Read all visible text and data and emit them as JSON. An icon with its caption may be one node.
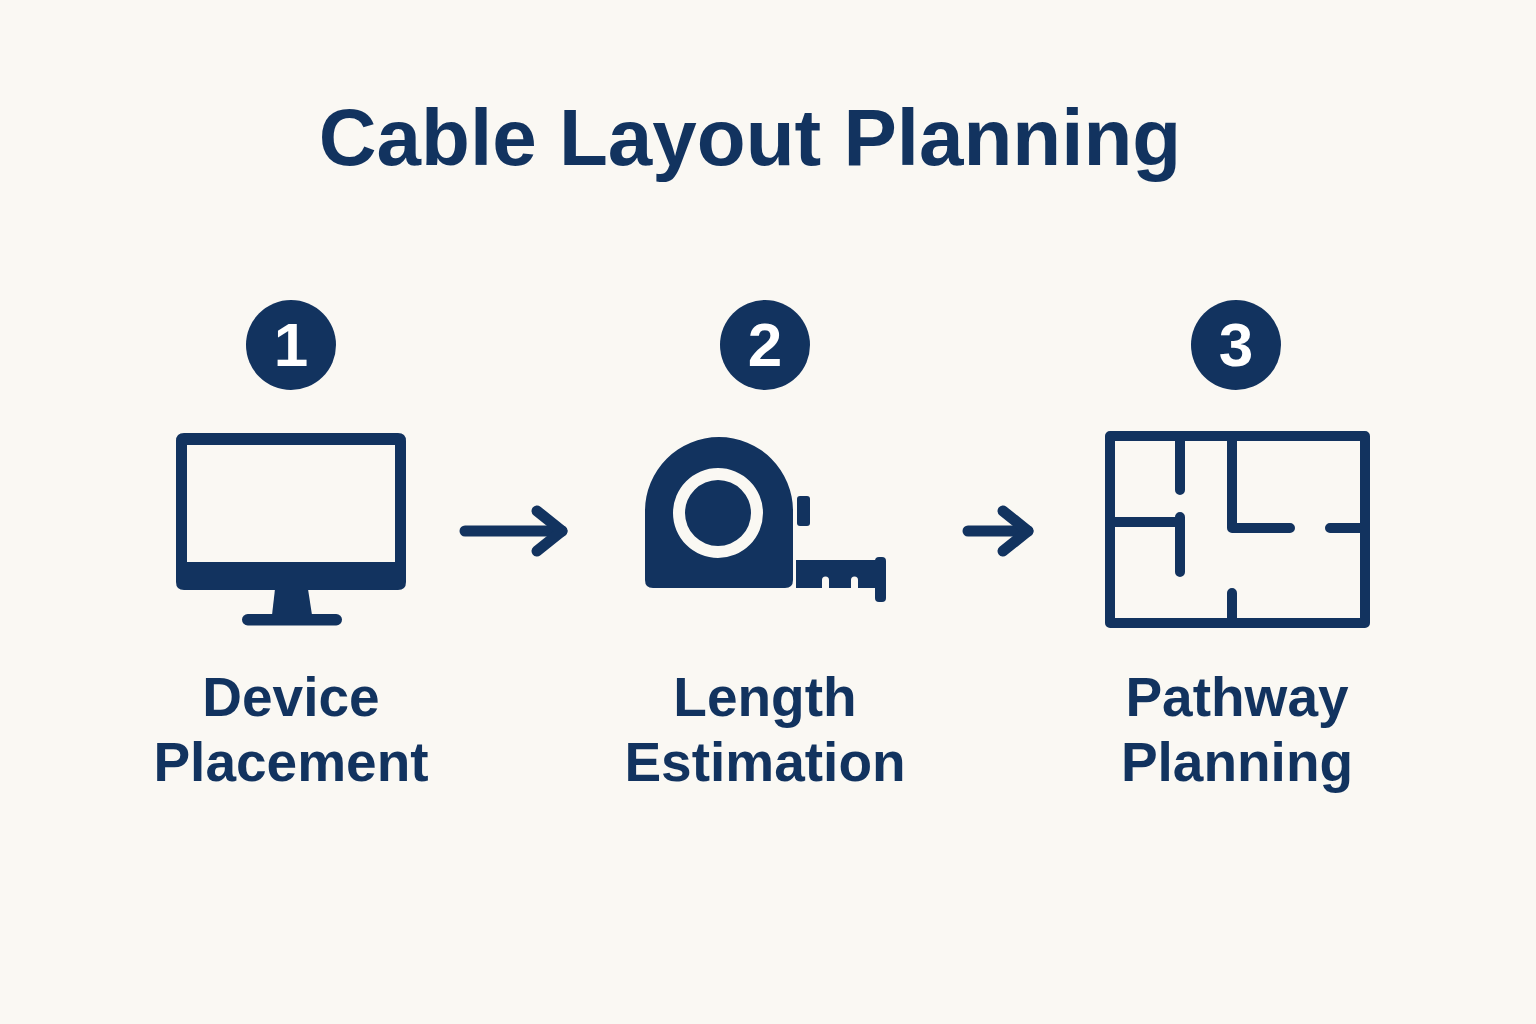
{
  "diagram": {
    "title": "Cable Layout Planning",
    "nodes": [
      {
        "text": [
          "1"
        ]
      },
      {
        "text": [],
        "shape": "picture",
        "beside": [
          "Device Placement"
        ]
      },
      {
        "text": [
          "2"
        ]
      },
      {
        "text": [],
        "shape": "picture",
        "beside": [
          "Length Estimation"
        ]
      },
      {
        "text": [
          "3"
        ]
      },
      {
        "text": [],
        "shape": "picture",
        "beside": [
          "Pathway Planning"
        ]
      }
    ],
    "edges": [
      {
        "from": 1,
        "to": 3,
        "arrow": "to"
      },
      {
        "from": 3,
        "to": 5,
        "arrow": "to"
      }
    ]
  }
}
